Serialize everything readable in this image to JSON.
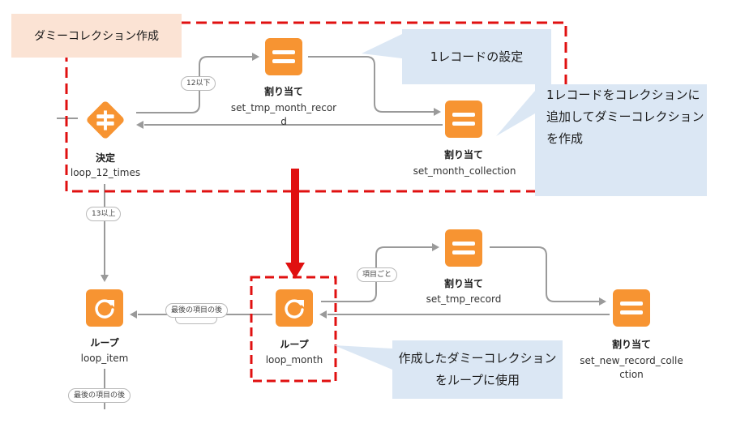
{
  "colors": {
    "node": "#f79432",
    "dash": "#e01010",
    "callout": "#dbe7f4",
    "peach": "#fbe3d4",
    "wire": "#9a9a9a"
  },
  "header_label": "ダミーコレクション作成",
  "callouts": {
    "record_setup": "1レコードの設定",
    "add_to_collection_lines": [
      "1レコードをコレクションに",
      "追加してダミーコレクション",
      "を作成"
    ],
    "use_in_loop_lines": [
      "作成したダミーコレクション",
      "をループに使用"
    ]
  },
  "nodes": {
    "decision": {
      "title": "決定",
      "api": "loop_12_times",
      "icon": "decision-icon"
    },
    "assign_tmp_month": {
      "title": "割り当て",
      "api_lines": [
        "set_tmp_month_recor",
        "d"
      ],
      "icon": "assignment-icon"
    },
    "assign_month_collection": {
      "title": "割り当て",
      "api": "set_month_collection",
      "icon": "assignment-icon"
    },
    "loop_item": {
      "title": "ループ",
      "api": "loop_item",
      "icon": "loop-icon"
    },
    "loop_month": {
      "title": "ループ",
      "api": "loop_month",
      "icon": "loop-icon"
    },
    "assign_tmp_record": {
      "title": "割り当て",
      "api": "set_tmp_record",
      "icon": "assignment-icon"
    },
    "assign_new_record_collection": {
      "title": "割り当て",
      "api_lines": [
        "set_new_record_colle",
        "ction"
      ],
      "icon": "assignment-icon"
    }
  },
  "edge_labels": {
    "le12": "12以下",
    "ge13": "13以上",
    "per_item": "項目ごと",
    "after_last_1": "最後の項目の後",
    "after_last_2": "最後の項目の後"
  }
}
